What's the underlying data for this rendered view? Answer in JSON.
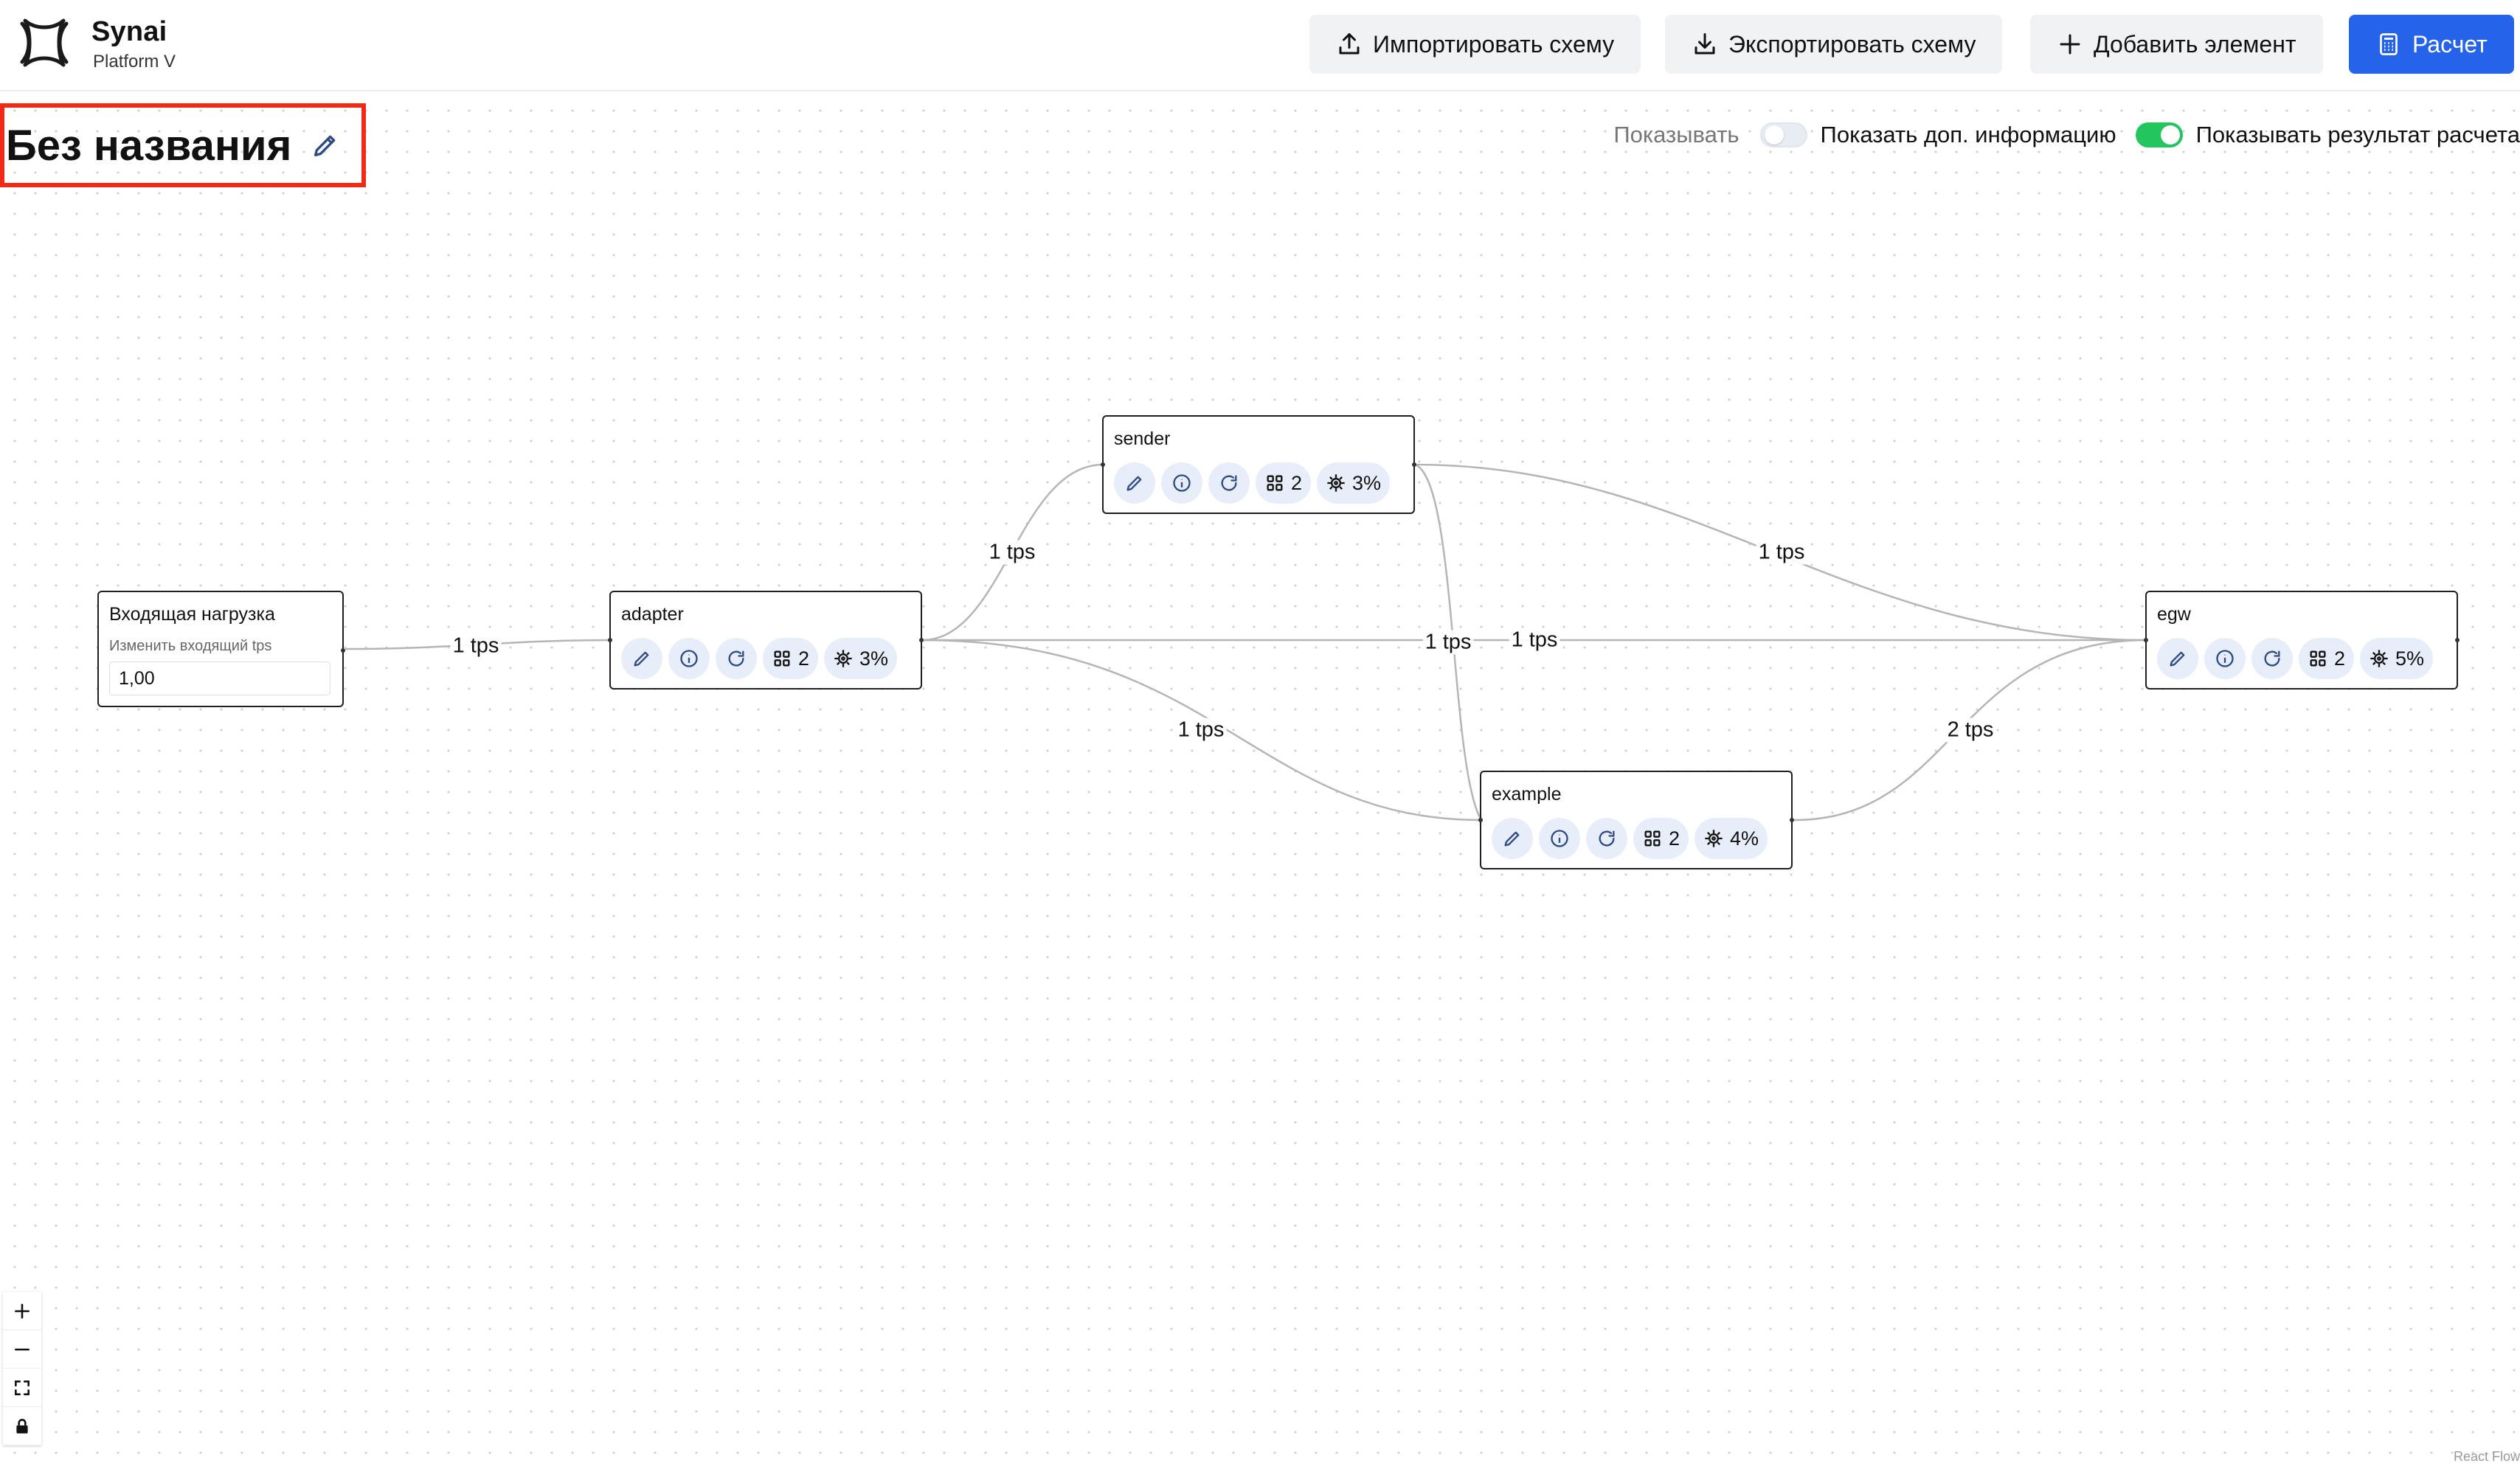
{
  "brand": {
    "name": "Synai",
    "subtitle": "Platform V"
  },
  "toolbar": {
    "import_label": "Импортировать схему",
    "export_label": "Экспортировать схему",
    "add_label": "Добавить элемент",
    "calc_label": "Расчет"
  },
  "diagram": {
    "title": "Без названия"
  },
  "toggles": {
    "show_label": "Показывать",
    "extra_info": {
      "label": "Показать доп. информацию",
      "on": false
    },
    "calc_result": {
      "label": "Показывать результат расчета",
      "on": true
    }
  },
  "nodes": {
    "input": {
      "title": "Входящая нагрузка",
      "sublabel": "Изменить входящий tps",
      "value": "1,00"
    },
    "adapter": {
      "title": "adapter",
      "instances": "2",
      "load": "3%"
    },
    "sender": {
      "title": "sender",
      "instances": "2",
      "load": "3%"
    },
    "egw": {
      "title": "egw",
      "instances": "2",
      "load": "5%"
    },
    "example": {
      "title": "example",
      "instances": "2",
      "load": "4%"
    }
  },
  "edges": [
    {
      "from": "input",
      "to": "adapter",
      "label": "1 tps"
    },
    {
      "from": "adapter",
      "to": "sender",
      "label": "1 tps"
    },
    {
      "from": "sender",
      "to": "egw",
      "label": "1 tps"
    },
    {
      "from": "sender",
      "to": "example",
      "label": "1 tps"
    },
    {
      "from": "adapter",
      "to": "egw",
      "label": "1 tps"
    },
    {
      "from": "adapter",
      "to": "example",
      "label": "1 tps"
    },
    {
      "from": "example",
      "to": "egw",
      "label": "2 tps"
    }
  ],
  "attribution": "React Flow",
  "colors": {
    "accent": "#2563eb",
    "toggle_on": "#22c55e",
    "highlight": "#ef2b17",
    "tool_bg": "#e7eef9"
  }
}
